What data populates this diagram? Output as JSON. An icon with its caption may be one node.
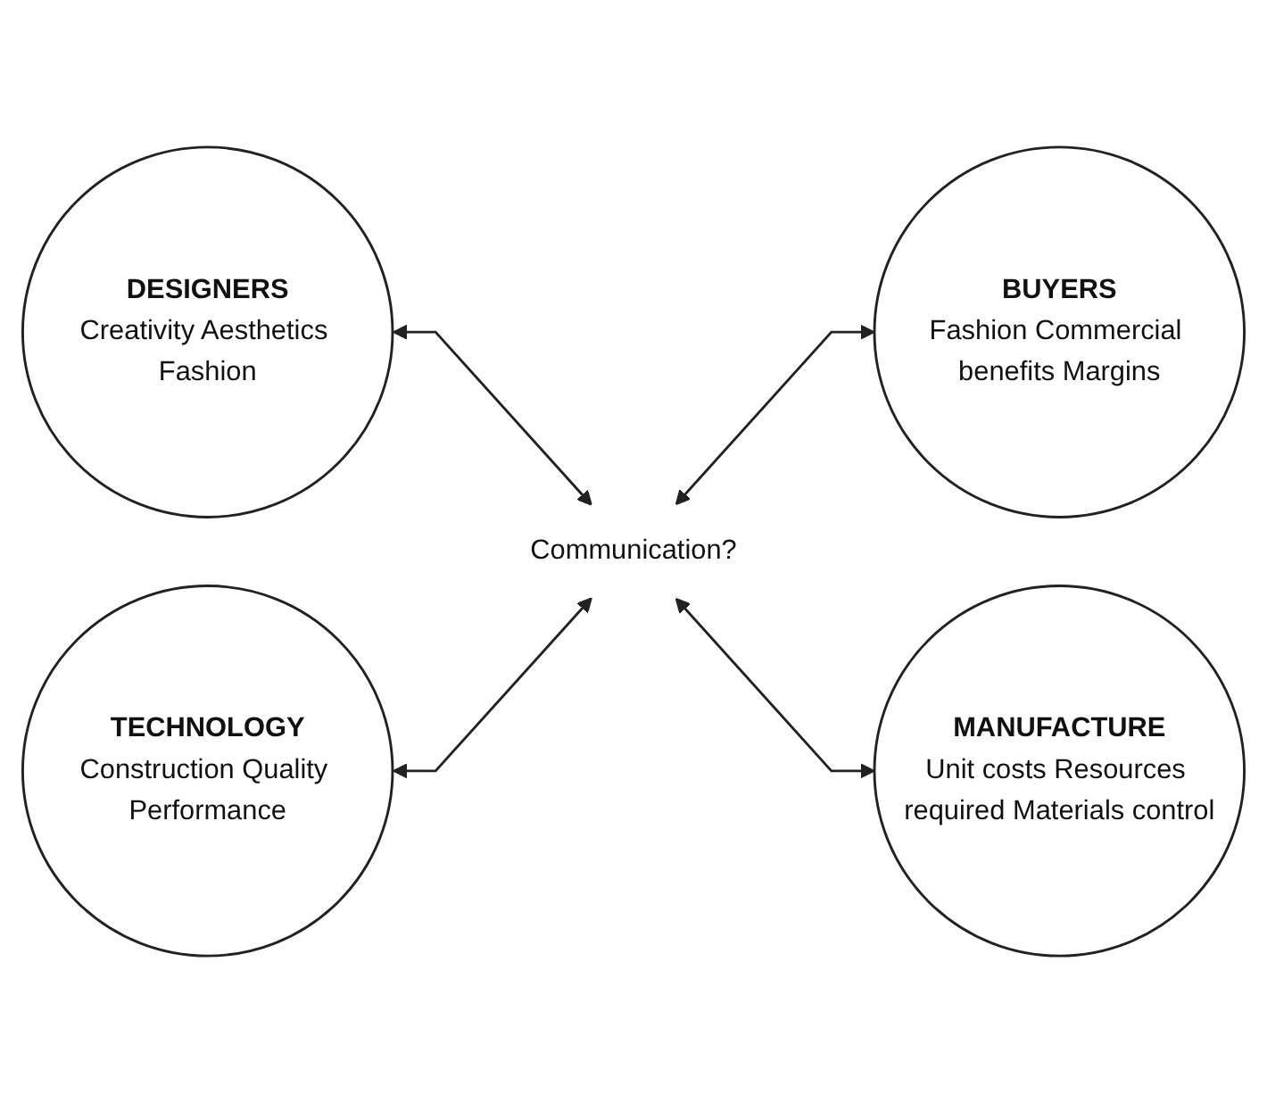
{
  "diagram": {
    "nodes": [
      {
        "text": [
          "DESIGNERS",
          "Creativity Aesthetics Fashion"
        ]
      },
      {
        "text": [
          "BUYERS",
          "Fashion Commercial benefits Margins"
        ]
      },
      {
        "text": [
          "Communication?"
        ]
      },
      {
        "text": [
          "TECHNOLOGY",
          "Construction Quality Performance"
        ]
      },
      {
        "text": [
          "MANUFACTURE",
          "Unit costs Resources required Materials control"
        ]
      }
    ],
    "edges": [
      {
        "from": 0,
        "to": 2,
        "arrow": "both"
      },
      {
        "from": 2,
        "to": 1,
        "arrow": "both"
      },
      {
        "from": 3,
        "to": 2,
        "arrow": "both"
      },
      {
        "from": 2,
        "to": 4,
        "arrow": "both"
      }
    ]
  }
}
